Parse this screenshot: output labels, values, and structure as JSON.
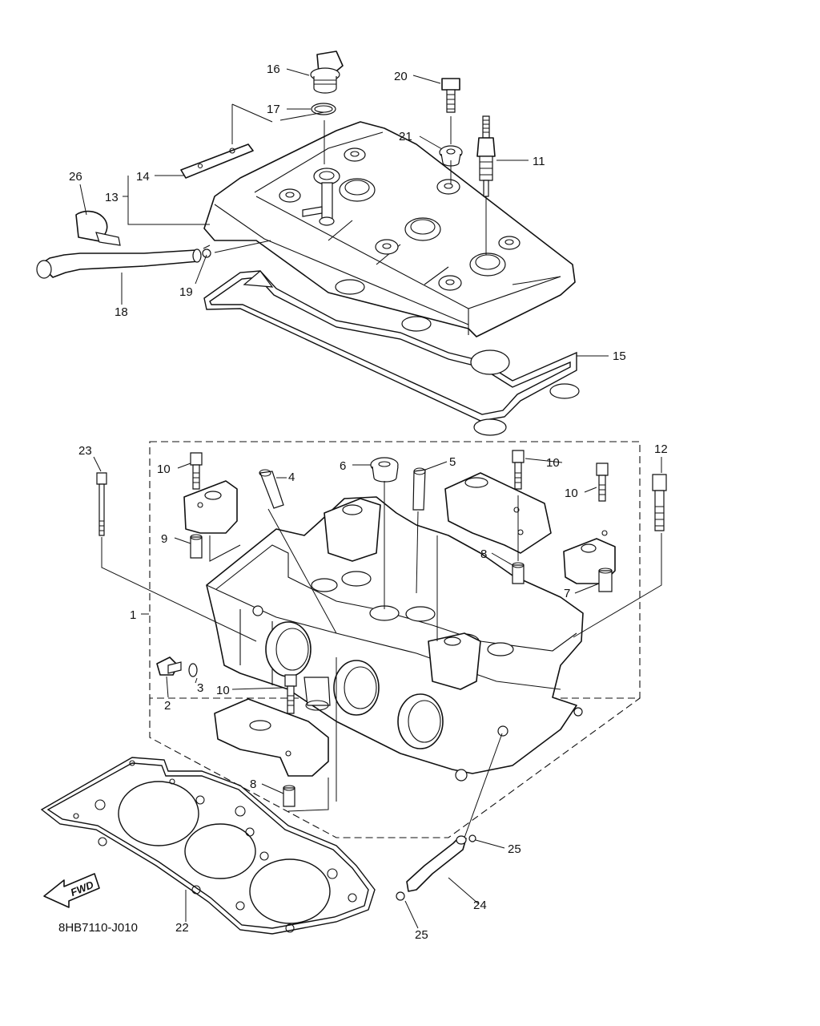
{
  "diagram": {
    "code": "8HB7110-J010",
    "fwd_label": "FWD",
    "callouts": {
      "c1": "1",
      "c2": "2",
      "c3": "3",
      "c4": "4",
      "c5": "5",
      "c6": "6",
      "c7": "7",
      "c8a": "8",
      "c8b": "8",
      "c9": "9",
      "c10a": "10",
      "c10b": "10",
      "c10c": "10",
      "c10d": "10",
      "c11": "11",
      "c12": "12",
      "c13": "13",
      "c14": "14",
      "c15": "15",
      "c16": "16",
      "c17": "17",
      "c18": "18",
      "c19": "19",
      "c20": "20",
      "c21": "21",
      "c22": "22",
      "c23": "23",
      "c24": "24",
      "c25a": "25",
      "c25b": "25",
      "c26": "26"
    }
  }
}
